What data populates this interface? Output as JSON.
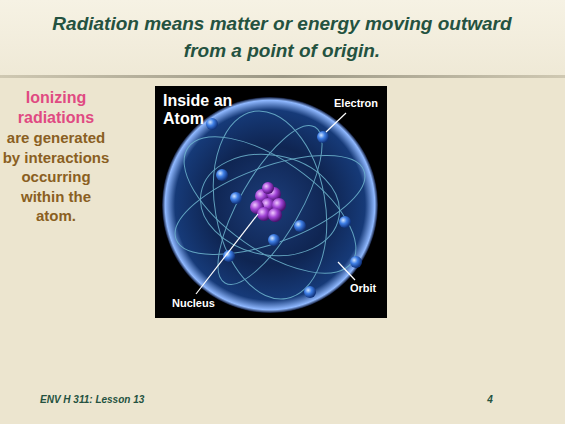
{
  "diagram": {
    "title": "Radiation means matter or energy moving outward from a point of origin.",
    "labels": [
      "Ionizing radiations",
      "are generated by interactions occurring within the atom.",
      "Inside an Atom",
      "Electron",
      "Orbit",
      "Nucleus",
      "ENV H 311: Lesson 13",
      "4"
    ]
  }
}
